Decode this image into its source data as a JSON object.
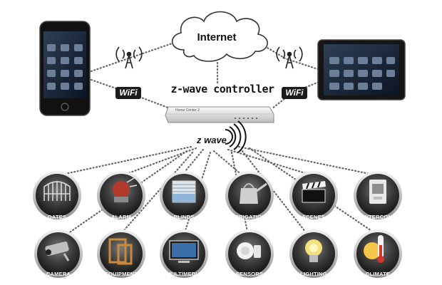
{
  "internet": {
    "label": "Internet"
  },
  "controller": {
    "title": "z-wave controller",
    "device_text": "Home Center 2"
  },
  "wifi": {
    "label": "WiFi"
  },
  "zwave": {
    "label": "z wave"
  },
  "devices": [
    {
      "id": "gates",
      "label": "GATES",
      "icon": "gate-icon"
    },
    {
      "id": "alarm",
      "label": "ALARM",
      "icon": "siren-icon"
    },
    {
      "id": "blinds",
      "label": "BLINDS",
      "icon": "window-blinds-icon"
    },
    {
      "id": "irrigation",
      "label": "IRRIGATION",
      "icon": "watering-can-icon"
    },
    {
      "id": "scenes",
      "label": "SCENES",
      "icon": "clapperboard-icon"
    },
    {
      "id": "intercom",
      "label": "INTERCOM",
      "icon": "intercom-icon"
    },
    {
      "id": "camera",
      "label": "CAMERA",
      "icon": "cctv-camera-icon"
    },
    {
      "id": "equipment",
      "label": "EQUIPMENT",
      "icon": "door-frame-icon"
    },
    {
      "id": "multimedia",
      "label": "MULTIMEDIA",
      "icon": "tv-icon"
    },
    {
      "id": "sensors",
      "label": "SENSORS",
      "icon": "motion-sensor-icon"
    },
    {
      "id": "lighting",
      "label": "LIGHTING",
      "icon": "light-bulb-icon"
    },
    {
      "id": "climate",
      "label": "CLIMATE",
      "icon": "thermometer-sun-icon"
    }
  ]
}
